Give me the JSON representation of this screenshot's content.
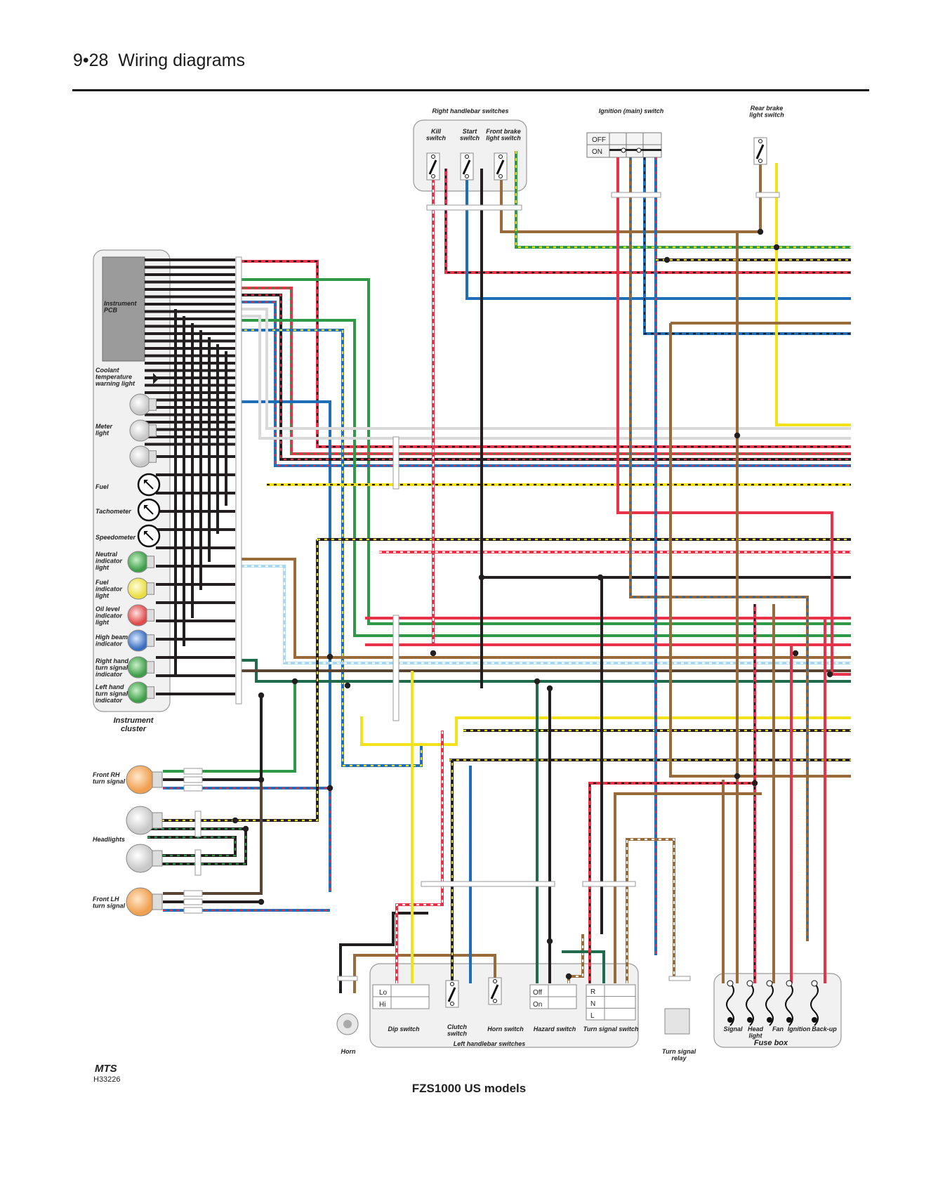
{
  "header": {
    "page_number": "9•28",
    "section_title": "Wiring diagrams"
  },
  "labels": {
    "right_handlebar_switches": "Right handlebar switches",
    "kill_switch": [
      "Kill",
      "switch"
    ],
    "start_switch": [
      "Start",
      "switch"
    ],
    "front_brake_switch": [
      "Front brake",
      "light switch"
    ],
    "ignition_switch": "Ignition (main) switch",
    "ignition_off": "OFF",
    "ignition_on": "ON",
    "rear_brake_switch": [
      "Rear brake",
      "light switch"
    ],
    "instrument_pcb": [
      "Instrument",
      "PCB"
    ],
    "coolant_light": [
      "Coolant",
      "temperature",
      "warning light"
    ],
    "meter_light": [
      "Meter",
      "light"
    ],
    "fuel": "Fuel",
    "tachometer": "Tachometer",
    "speedometer": "Speedometer",
    "neutral": [
      "Neutral",
      "indicator",
      "light"
    ],
    "fuel_indicator": [
      "Fuel",
      "indicator",
      "light"
    ],
    "oil_level": [
      "Oil level",
      "indicator",
      "light"
    ],
    "high_beam": [
      "High beam",
      "indicator"
    ],
    "right_turn": [
      "Right hand",
      "turn signal",
      "indicator"
    ],
    "left_turn": [
      "Left hand",
      "turn signal",
      "indicator"
    ],
    "instrument_cluster": [
      "Instrument",
      "cluster"
    ],
    "front_rh_turn": [
      "Front RH",
      "turn signal"
    ],
    "headlights": "Headlights",
    "front_lh_turn": [
      "Front LH",
      "turn signal"
    ],
    "horn": "Horn",
    "dip_switch": "Dip switch",
    "dip_lo": "Lo",
    "dip_hi": "Hi",
    "clutch_switch": [
      "Clutch",
      "switch"
    ],
    "horn_switch": "Horn switch",
    "hazard_switch": "Hazard switch",
    "hazard_off": "Off",
    "hazard_on": "On",
    "turn_switch": "Turn signal switch",
    "turn_r": "R",
    "turn_n": "N",
    "turn_l": "L",
    "left_handlebar_switches": "Left handlebar switches",
    "turn_relay": [
      "Turn signal",
      "relay"
    ],
    "fuse_signal": "Signal",
    "fuse_head": [
      "Head",
      "light"
    ],
    "fuse_fan": "Fan",
    "fuse_ignition": "Ignition",
    "fuse_backup": "Back-up",
    "fuse_box": "Fuse box"
  },
  "footer": {
    "logo": "MTS",
    "ref": "H33226",
    "caption": "FZS1000 US models"
  },
  "colors": {
    "black": "#231f20",
    "red": "#e8324a",
    "blue": "#1e6fb8",
    "green": "#2e9a47",
    "brown": "#9a6b3a",
    "yellow": "#f2e21a",
    "lightblue": "#a8d8f0",
    "darkgreen": "#1f6b4c",
    "darkbrown": "#5a4330",
    "white": "#ffffff",
    "grey": "#d9d9d9"
  }
}
